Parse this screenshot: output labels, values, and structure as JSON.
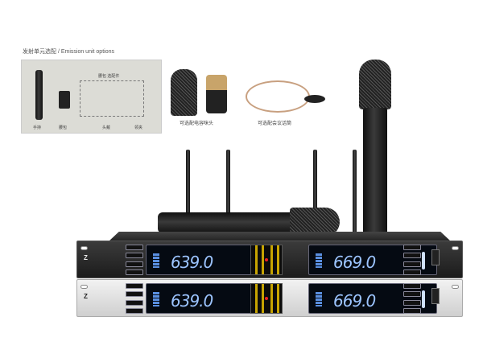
{
  "options_panel": {
    "title": "发射单元选配 / Emission unit options",
    "items": [
      "手持",
      "腰包",
      "头戴",
      "领夹"
    ],
    "group_label": "腰包 选配件"
  },
  "accessories": {
    "capsule_label": "可选配电容咪头",
    "lavalier_label": "可选配会议话筒"
  },
  "receiver": {
    "brand": "Z",
    "units": [
      {
        "finish": "black",
        "ch_a": {
          "freq": "639.0"
        },
        "ch_b": {
          "freq": "669.0"
        }
      },
      {
        "finish": "silver",
        "ch_a": {
          "freq": "639.0"
        },
        "ch_b": {
          "freq": "669.0"
        }
      }
    ]
  }
}
